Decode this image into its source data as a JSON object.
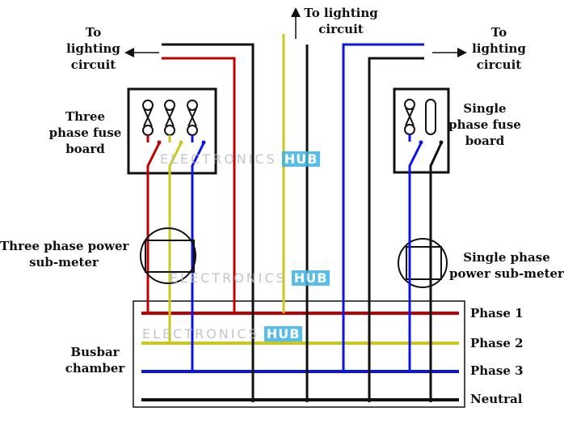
{
  "labels": {
    "lighting_left": [
      "To",
      "lighting",
      "circuit"
    ],
    "lighting_center": [
      "To lighting",
      "circuit"
    ],
    "lighting_right": [
      "To",
      "lighting",
      "circuit"
    ],
    "three_phase_fuse": [
      "Three",
      "phase fuse",
      "board"
    ],
    "single_phase_fuse": [
      "Single",
      "phase fuse",
      "board"
    ],
    "three_phase_meter": [
      "Three phase power",
      "sub-meter"
    ],
    "single_phase_meter": [
      "Single phase",
      "power sub-meter"
    ],
    "busbar": [
      "Busbar",
      "chamber"
    ],
    "phase1": "Phase 1",
    "phase2": "Phase 2",
    "phase3": "Phase 3",
    "neutral": "Neutral"
  },
  "watermark": {
    "text": "ELECTRONICS",
    "brand": "HUB"
  },
  "colors": {
    "phase1": "#c00000",
    "phase2": "#c8c81e",
    "phase3": "#0a14e6",
    "neutral": "#111111"
  }
}
